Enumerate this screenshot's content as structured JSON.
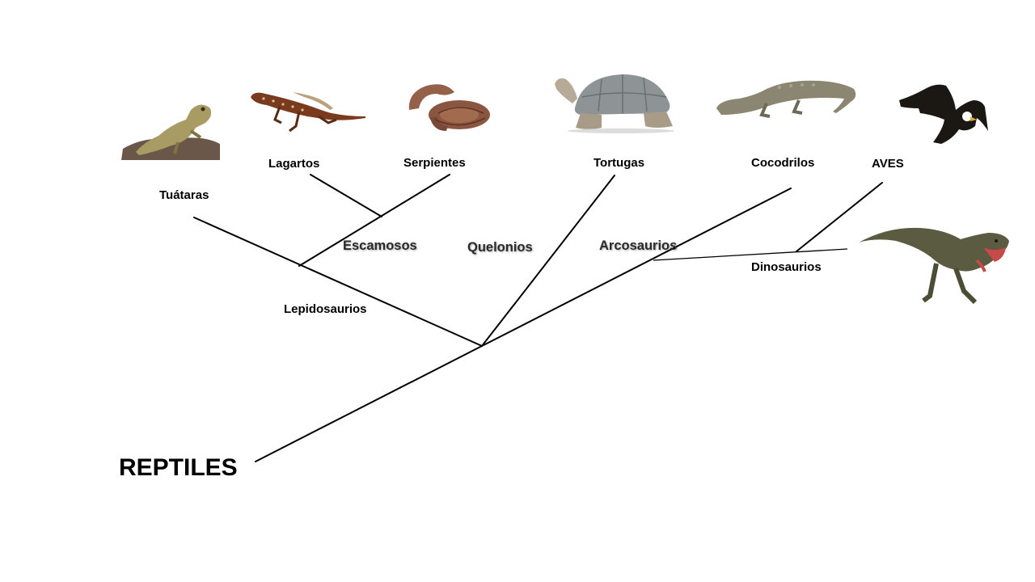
{
  "root": {
    "label": "REPTILES"
  },
  "taxa": {
    "tuataras": "Tuátaras",
    "lagartos": "Lagartos",
    "serpientes": "Serpientes",
    "tortugas": "Tortugas",
    "cocodrilos": "Cocodrilos",
    "aves": "AVES"
  },
  "clades": {
    "escamosos": "Escamosos",
    "lepidosaurios": "Lepidosaurios",
    "quelonios": "Quelonios",
    "arcosaurios": "Arcosaurios",
    "dinosaurios": "Dinosaurios"
  },
  "icons": [
    "tuatara-icon",
    "lizard-icon",
    "snake-icon",
    "tortoise-icon",
    "crocodile-icon",
    "eagle-icon",
    "dinosaur-icon"
  ]
}
